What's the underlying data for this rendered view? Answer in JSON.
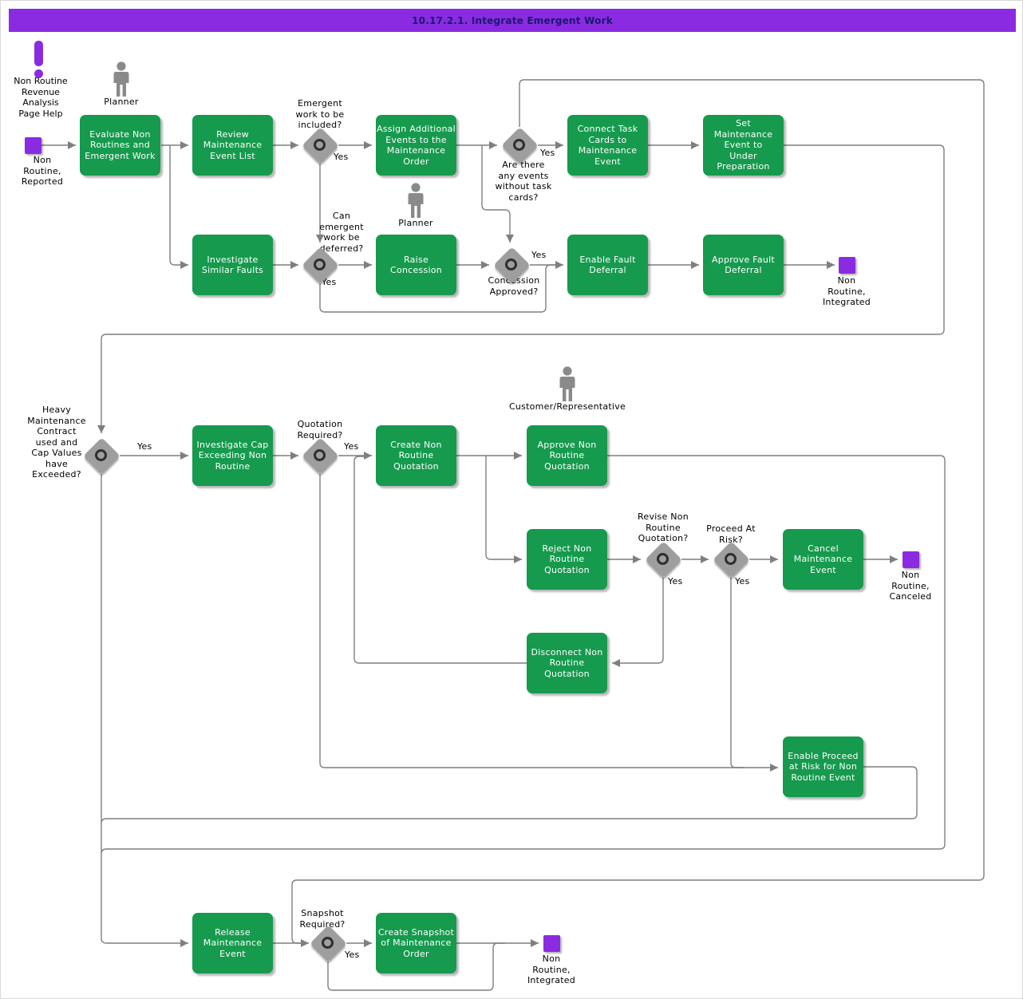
{
  "title": "10.17.2.1. Integrate Emergent Work",
  "colors": {
    "accent_purple": "#8A2BE2",
    "box_green": "#169A4E",
    "line_gray": "#7F7F7F",
    "diamond_gray": "#9E9E9E",
    "title_text": "#191970"
  },
  "help_note": {
    "text": "Non Routine\nRevenue\nAnalysis\nPage Help"
  },
  "actors": {
    "planner_top": {
      "label": "Planner"
    },
    "planner_mid": {
      "label": "Planner"
    },
    "customer": {
      "label": "Customer/Representative"
    }
  },
  "terminals": {
    "start": {
      "label": "Non\nRoutine,\nReported"
    },
    "integrated_top": {
      "label": "Non\nRoutine,\nIntegrated"
    },
    "canceled": {
      "label": "Non\nRoutine,\nCanceled"
    },
    "integrated_bottom": {
      "label": "Non\nRoutine,\nIntegrated"
    }
  },
  "boxes": {
    "evaluate": {
      "label": "Evaluate Non\nRoutines and\nEmergent Work"
    },
    "review": {
      "label": "Review\nMaintenance\nEvent List"
    },
    "assign": {
      "label": "Assign Additional\nEvents to the\nMaintenance\nOrder"
    },
    "connect": {
      "label": "Connect Task\nCards to\nMaintenance\nEvent"
    },
    "set_under_prep": {
      "label": "Set\nMaintenance\nEvent to\nUnder\nPreparation"
    },
    "investigate_similar": {
      "label": "Investigate\nSimilar Faults"
    },
    "raise_concession": {
      "label": "Raise\nConcession"
    },
    "enable_fault": {
      "label": "Enable Fault\nDeferral"
    },
    "approve_fault": {
      "label": "Approve Fault\nDeferral"
    },
    "investigate_cap": {
      "label": "Investigate Cap\nExceeding Non\nRoutine"
    },
    "create_quotation": {
      "label": "Create Non\nRoutine\nQuotation"
    },
    "approve_quotation": {
      "label": "Approve Non\nRoutine\nQuotation"
    },
    "reject_quotation": {
      "label": "Reject Non\nRoutine\nQuotation"
    },
    "cancel_event": {
      "label": "Cancel\nMaintenance\nEvent"
    },
    "disconnect_quotation": {
      "label": "Disconnect Non\nRoutine\nQuotation"
    },
    "enable_proceed": {
      "label": "Enable Proceed\nat Risk for Non\nRoutine Event"
    },
    "release_event": {
      "label": "Release\nMaintenance\nEvent"
    },
    "create_snapshot": {
      "label": "Create Snapshot\nof Maintenance\nOrder"
    }
  },
  "decisions": {
    "emergent_included": {
      "label": "Emergent\nwork to be\nincluded?"
    },
    "events_without_cards": {
      "label": "Are there\nany events\nwithout task\ncards?"
    },
    "can_defer": {
      "label": "Can\nemergent\nwork be\ndeferred?"
    },
    "concession_approved": {
      "label": "Concession\nApproved?"
    },
    "heavy_contract": {
      "label": "Heavy\nMaintenance\nContract\nused and\nCap Values\nhave\nExceeded?"
    },
    "quotation_required": {
      "label": "Quotation\nRequired?"
    },
    "revise_quotation": {
      "label": "Revise Non\nRoutine\nQuotation?"
    },
    "proceed_at_risk": {
      "label": "Proceed At\nRisk?"
    },
    "snapshot_required": {
      "label": "Snapshot\nRequired?"
    }
  },
  "edge_labels": {
    "yes": "Yes"
  }
}
